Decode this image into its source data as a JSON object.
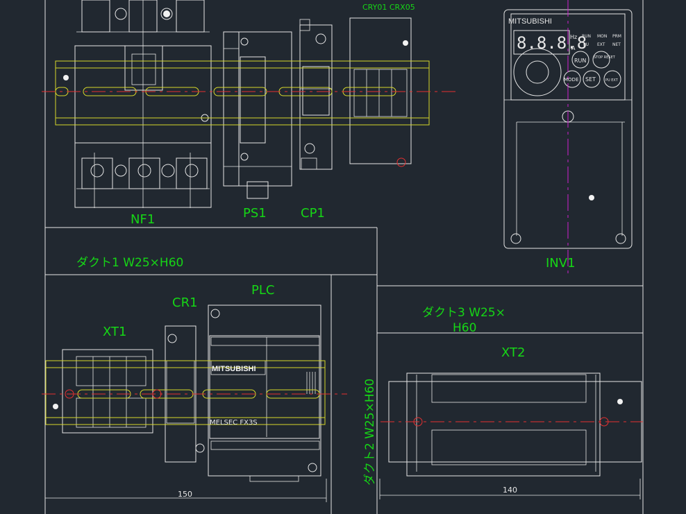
{
  "labels": {
    "nf1": "NF1",
    "ps1": "PS1",
    "cp1": "CP1",
    "inv1": "INV1",
    "relay_top": "CRY01 CRX05",
    "duct1": "ダクト1 W25×H60",
    "duct2": "ダクト2 W25×H60",
    "duct3_line1": "ダクト3 W25×",
    "duct3_line2": "H60",
    "cr1": "CR1",
    "plc": "PLC",
    "xt1": "XT1",
    "xt2": "XT2"
  },
  "device_text": {
    "inv_brand": "MITSUBISHI",
    "inv_display": "8.8.8.8",
    "inv_hz": "Hz",
    "inv_a": "A",
    "inv_run": "RUN",
    "inv_stop": "STOP RESET",
    "inv_mode": "MODE",
    "inv_set": "SET",
    "inv_pu": "PU EXT",
    "inv_key1": "RUN",
    "inv_key2": "MON",
    "inv_key3": "PRM",
    "inv_key4": "PU",
    "inv_key5": "EXT",
    "inv_key6": "NET",
    "plc_brand": "MITSUBISHI",
    "plc_model": "MELSEC FX3S"
  },
  "dimensions": {
    "left_width": "150",
    "right_width": "140"
  },
  "colors": {
    "background": "#212830",
    "label_green": "#16d616",
    "outline_white": "#e6e6e6",
    "rail_yellow": "#d8d82a",
    "center_red": "#e53030",
    "center_magenta": "#d020d0"
  }
}
